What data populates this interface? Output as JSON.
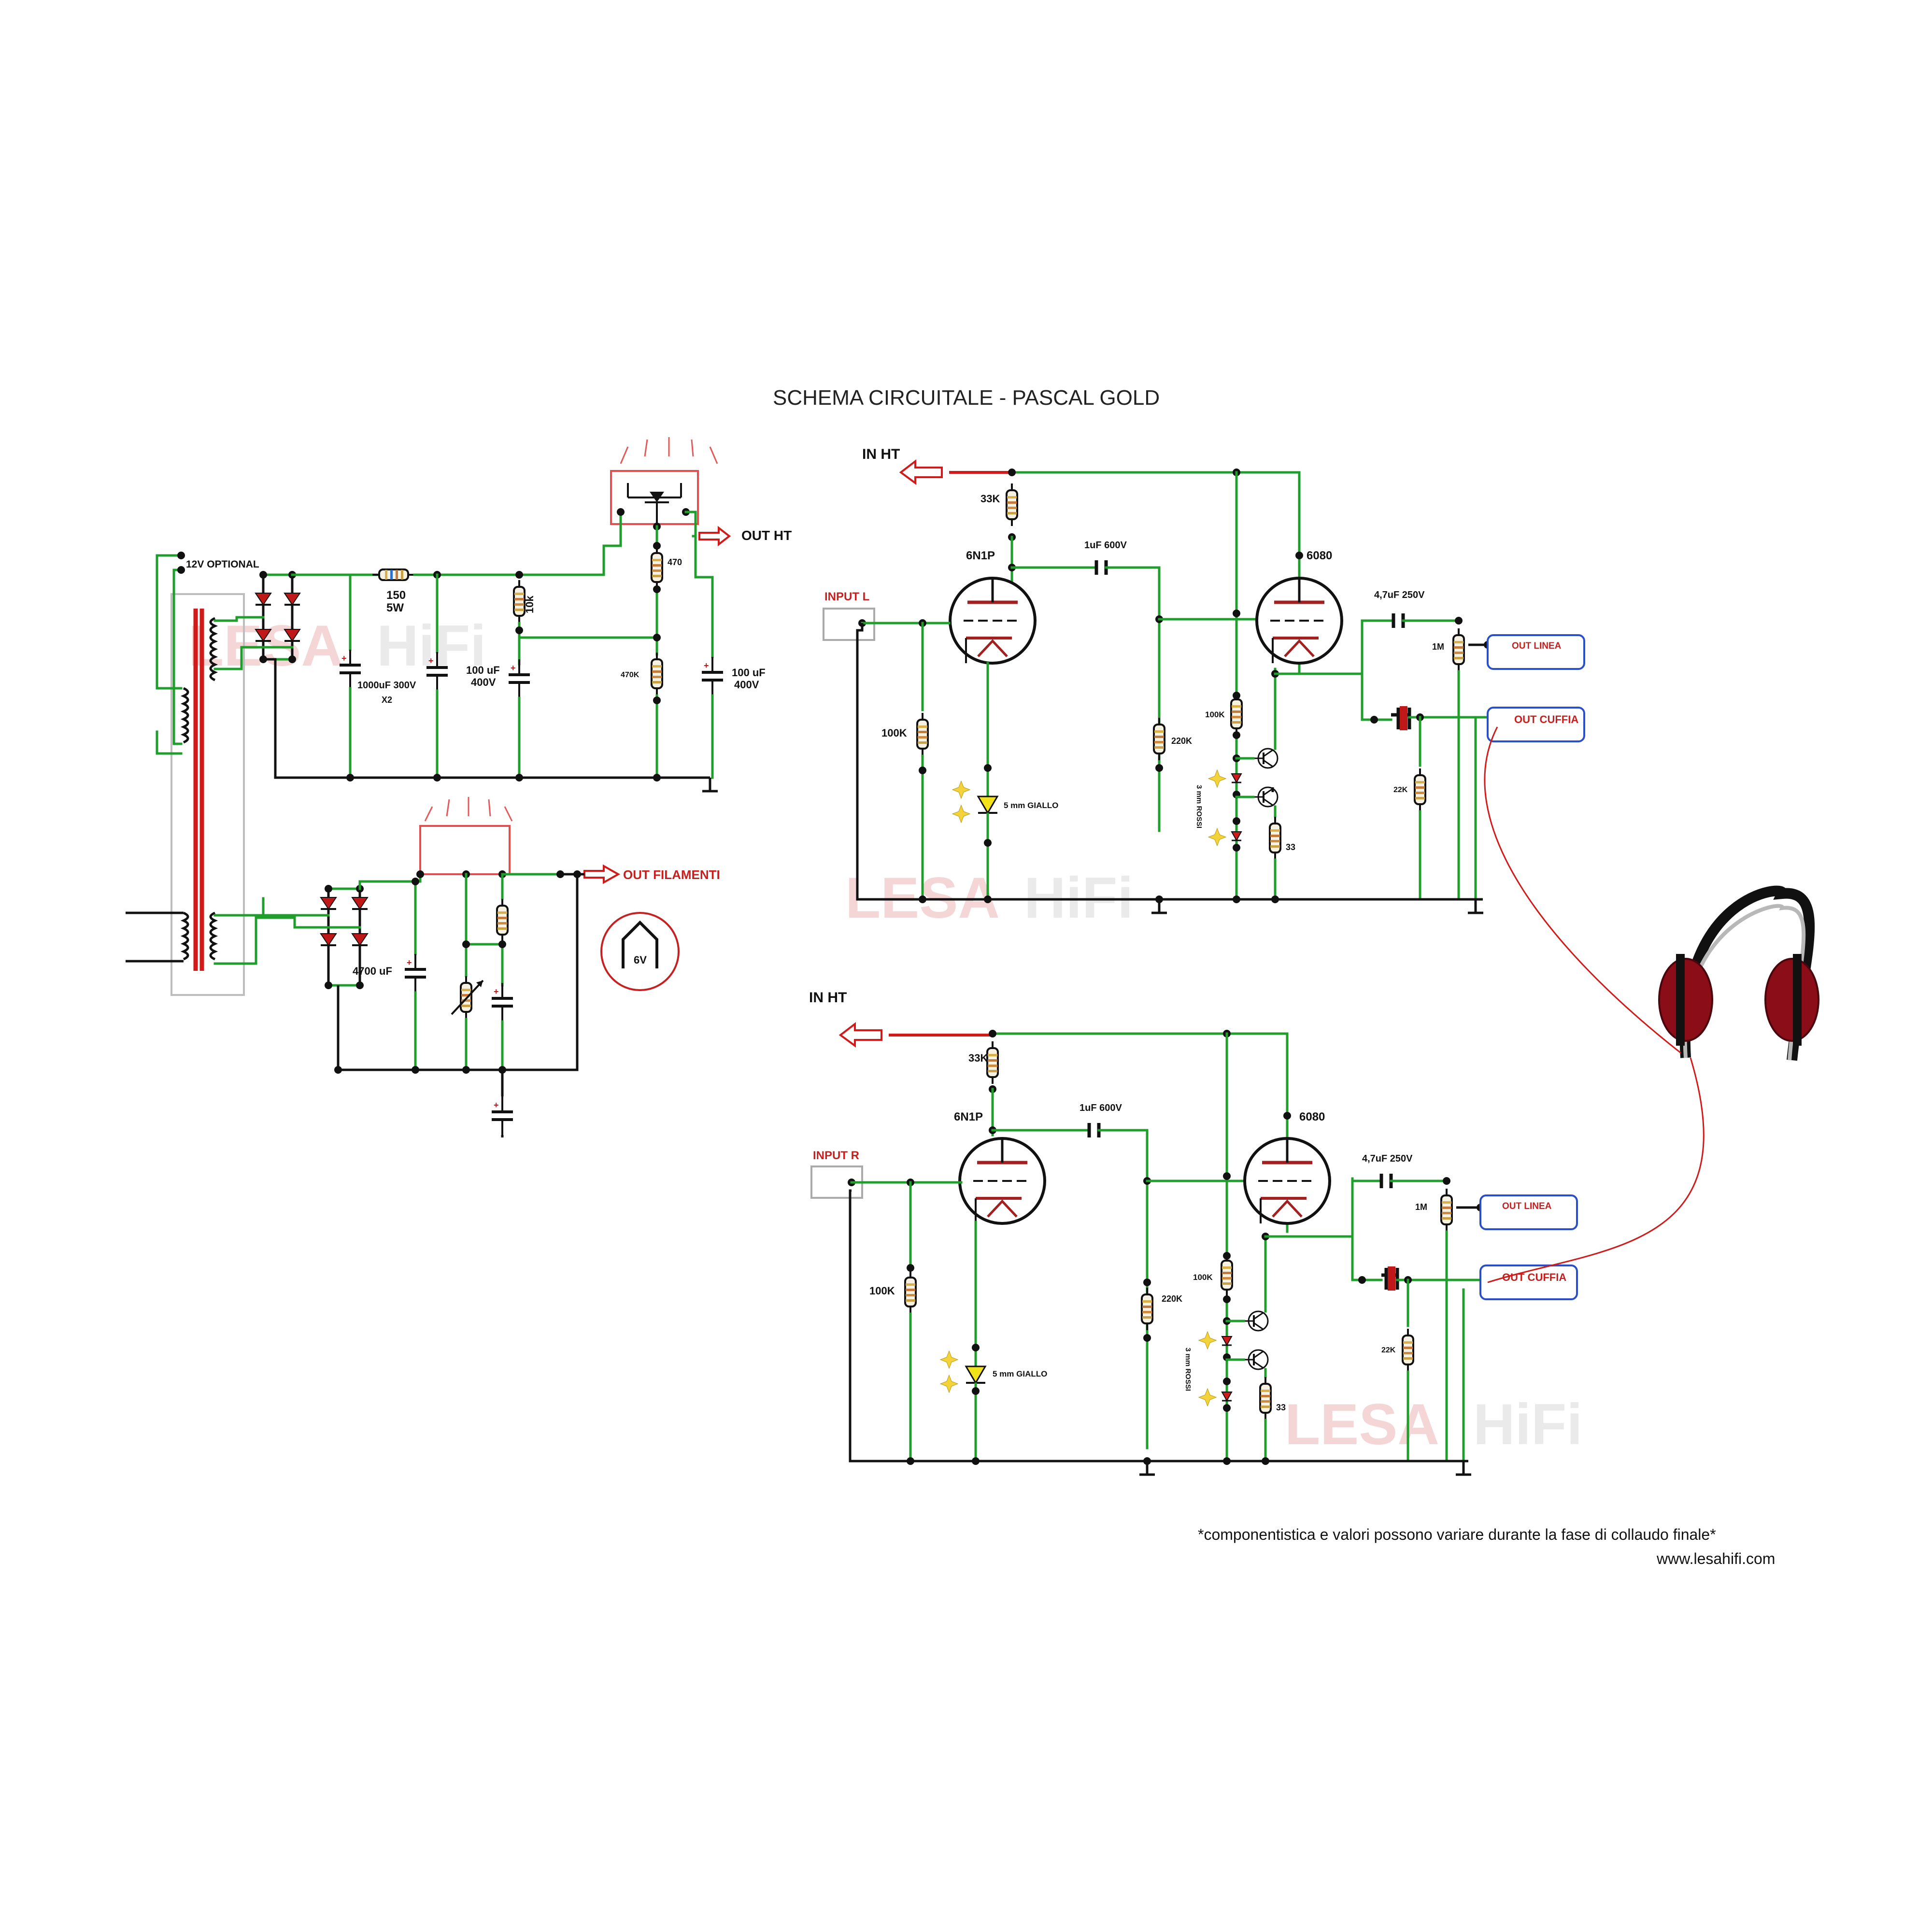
{
  "title": "SCHEMA CIRCUITALE - PASCAL GOLD",
  "footnote": "*componentistica e valori possono variare durante la fase di collaudo finale*",
  "website": "www.lesahifi.com",
  "watermark": {
    "part1": "LESA",
    "part2": "HiFi"
  },
  "colors": {
    "wire": "#1f9e2c",
    "signal": "#d11a1a",
    "label_red": "#c62020",
    "box_blue": "#2b4fc9",
    "led_yellow": "#f2e21a",
    "diode_red": "#c01818"
  },
  "power_supply": {
    "label_12v": "12V OPTIONAL",
    "resistor_150": "150",
    "resistor_150_watt": "5W",
    "cap_1000": "1000uF 300V",
    "cap_1000_count": "X2",
    "resistor_10k": "10k",
    "cap_100_a": "100 uF",
    "cap_100_a_volt": "400V",
    "resistor_470": "470",
    "resistor_470k": "470K",
    "cap_100_b": "100 uF",
    "cap_100_b_volt": "400V",
    "out_ht": "OUT HT",
    "cap_4700": "4700 uF",
    "out_filamenti": "OUT FILAMENTI",
    "filament_voltage": "6V"
  },
  "channel_left": {
    "in_ht": "IN HT",
    "input": "INPUT L",
    "r_plate": "33K",
    "tube1": "6N1P",
    "cap_coupling": "1uF 600V",
    "tube2": "6080",
    "r_grid": "100K",
    "led": "5 mm GIALLO",
    "r_220": "220K",
    "r_100k_ccs": "100K",
    "leds_red": "3 mm ROSSI",
    "r_33": "33",
    "cap_out": "4,7uF 250V",
    "r_1m": "1M",
    "r_22k": "22K",
    "out_linea": "OUT LINEA",
    "out_cuffia": "OUT CUFFIA"
  },
  "channel_right": {
    "in_ht": "IN HT",
    "input": "INPUT  R",
    "r_plate": "33K",
    "tube1": "6N1P",
    "cap_coupling": "1uF 600V",
    "tube2": "6080",
    "r_grid": "100K",
    "led": "5 mm GIALLO",
    "r_220": "220K",
    "r_100k_ccs": "100K",
    "leds_red": "3 mm ROSSI",
    "r_33": "33",
    "cap_out": "4,7uF 250V",
    "r_1m": "1M",
    "r_22k": "22K",
    "out_linea": "OUT LINEA",
    "out_cuffia": "OUT CUFFIA"
  }
}
